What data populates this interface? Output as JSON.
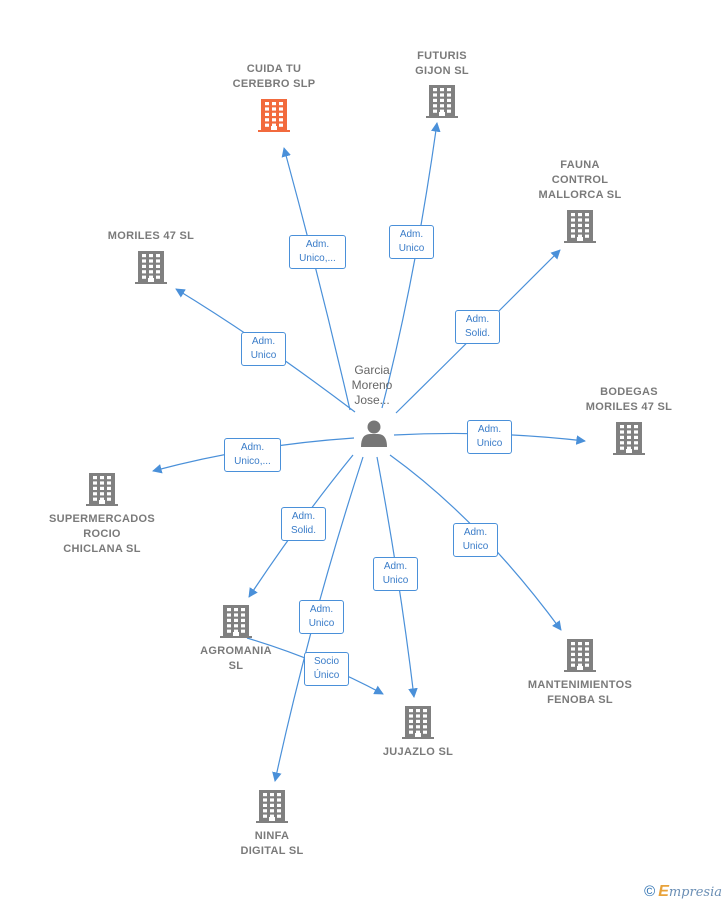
{
  "center": {
    "name": "Garcia\nMoreno\nJose..."
  },
  "companies": [
    {
      "id": "cuida",
      "name": "CUIDA TU\nCEREBRO  SLP",
      "highlight": true
    },
    {
      "id": "futuris",
      "name": "FUTURIS\nGIJON SL",
      "highlight": false
    },
    {
      "id": "fauna",
      "name": "FAUNA\nCONTROL\nMALLORCA  SL",
      "highlight": false
    },
    {
      "id": "moriles47",
      "name": "MORILES 47 SL",
      "highlight": false
    },
    {
      "id": "bodegas",
      "name": "BODEGAS\nMORILES 47 SL",
      "highlight": false
    },
    {
      "id": "supermercados",
      "name": "SUPERMERCADOS\nROCIO\nCHICLANA SL",
      "highlight": false
    },
    {
      "id": "agromania",
      "name": "AGROMANIA\nSL",
      "highlight": false
    },
    {
      "id": "mantenimientos",
      "name": "MANTENIMIENTOS\nFENOBA SL",
      "highlight": false
    },
    {
      "id": "jujazlo",
      "name": "JUJAZLO  SL",
      "highlight": false
    },
    {
      "id": "ninfa",
      "name": "NINFA\nDIGITAL SL",
      "highlight": false
    }
  ],
  "relations": [
    {
      "to": "cuida",
      "label": "Adm.\nUnico,..."
    },
    {
      "to": "futuris",
      "label": "Adm.\nUnico"
    },
    {
      "to": "fauna",
      "label": "Adm.\nSolid."
    },
    {
      "to": "moriles47",
      "label": "Adm.\nUnico"
    },
    {
      "to": "bodegas",
      "label": "Adm.\nUnico"
    },
    {
      "to": "supermercados",
      "label": "Adm.\nUnico,..."
    },
    {
      "to": "agromania",
      "label": "Adm.\nSolid."
    },
    {
      "to": "mantenimientos",
      "label": "Adm.\nUnico"
    },
    {
      "to": "jujazlo",
      "label": "Adm.\nUnico"
    },
    {
      "to": "ninfa",
      "label": "Adm.\nUnico"
    },
    {
      "to": "jujazlo",
      "label": "Socio\nÚnico"
    }
  ],
  "colors": {
    "edge": "#4a90d9",
    "building": "#808080",
    "building_highlight": "#f26a3d",
    "person": "#777777"
  },
  "footer": {
    "copyright": "©",
    "brand_first": "E",
    "brand_rest": "mpresia"
  }
}
